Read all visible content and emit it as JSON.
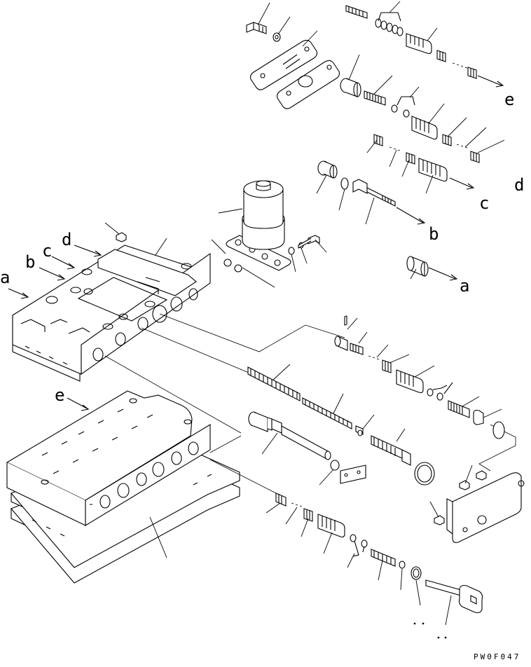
{
  "diagram": {
    "drawing_code": "PW0F047",
    "callouts": {
      "a_left": "a",
      "b_left": "b",
      "c_left": "c",
      "d_left": "d",
      "e_left": "e",
      "a_right": "a",
      "b_right": "b",
      "c_right": "c",
      "d_right": "d",
      "e_right": "e"
    }
  }
}
